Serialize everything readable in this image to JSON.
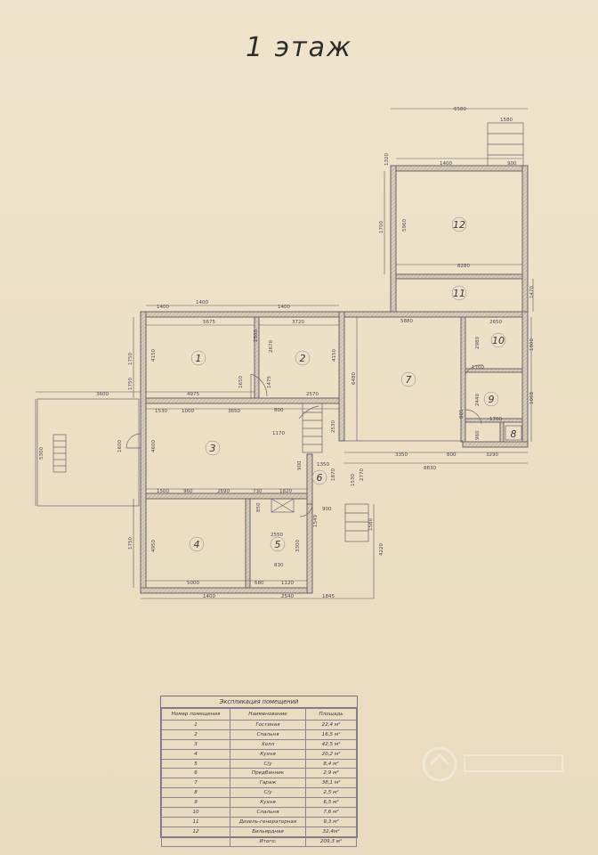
{
  "title": "1 этаж",
  "rooms": [
    {
      "num": "1"
    },
    {
      "num": "2"
    },
    {
      "num": "3"
    },
    {
      "num": "4"
    },
    {
      "num": "5"
    },
    {
      "num": "6"
    },
    {
      "num": "7"
    },
    {
      "num": "8"
    },
    {
      "num": "9"
    },
    {
      "num": "10"
    },
    {
      "num": "11"
    },
    {
      "num": "12"
    }
  ],
  "dimensions": {
    "d1400a": "1400",
    "d1400b": "1400",
    "d1400c": "1400",
    "d1400d": "1400",
    "d5675": "5675",
    "d3720": "3720",
    "d2500": "2500",
    "d2670": "2670",
    "d1750a": "1750",
    "d4150a": "4150",
    "d4150b": "4150",
    "d1650": "1650",
    "d1475": "1475",
    "d3600": "3600",
    "d4975": "4975",
    "d2570": "2570",
    "d800a": "800",
    "d1530": "1530",
    "d1000": "1000",
    "d3650": "3650",
    "d1170": "1170",
    "d2530": "2530",
    "d5300": "5300",
    "d1600": "1600",
    "d4600": "4600",
    "d1500": "1500",
    "d960": "960",
    "d2690": "2690",
    "d730": "730",
    "d1820": "1820",
    "d1350": "1350",
    "d1870": "1870",
    "d1530b": "1530",
    "d900a": "900",
    "d900b": "900",
    "d850": "850",
    "d2550": "2550",
    "d3300": "3300",
    "d1549": "1549",
    "d1750b": "1750",
    "d4950": "4950",
    "d830": "830",
    "d5000": "5000",
    "d680": "680",
    "d1120": "1120",
    "d2540": "2540",
    "d1845": "1845",
    "d1580": "1580",
    "d4220": "4220",
    "d2770": "2770",
    "d5880": "5880",
    "d6480": "6480",
    "d3350": "3350",
    "d800b": "800",
    "d8830": "8830",
    "d3290": "3290",
    "d2650": "2650",
    "d2980": "2980",
    "d1800": "1800",
    "d1700a": "1700",
    "d2440": "2440",
    "d1008": "1008",
    "d1700b": "1700",
    "d805": "805",
    "d960b": "960",
    "d1470": "1470",
    "d6580": "6580",
    "d1580b": "1580",
    "d1320": "1320",
    "d1400e": "1400",
    "d900c": "900",
    "d1700c": "1700",
    "d5960": "5960",
    "d6280": "6280",
    "d1750c": "1750"
  },
  "explication": {
    "title": "Экспликация помещений",
    "headers": [
      "Номер помещения",
      "Наименование",
      "Площадь"
    ],
    "rows": [
      [
        "1",
        "Гостиная",
        "22,4 м²"
      ],
      [
        "2",
        "Спальня",
        "16,5 м²"
      ],
      [
        "3",
        "Холл",
        "42,5 м²"
      ],
      [
        "4",
        "Кухня",
        "20,2 м²"
      ],
      [
        "5",
        "С/у",
        "8,4 м²"
      ],
      [
        "6",
        "Предбанник",
        "2,9 м²"
      ],
      [
        "7",
        "Гараж",
        "38,1 м²"
      ],
      [
        "8",
        "С/у",
        "2,5 м²"
      ],
      [
        "9",
        "Кухня",
        "6,5 м²"
      ],
      [
        "10",
        "Спальня",
        "7,6 м²"
      ],
      [
        "11",
        "Дизель-генераторная",
        "9,3 м²"
      ],
      [
        "12",
        "Бильярдная",
        "32,4м²"
      ],
      [
        "",
        "Итого:",
        "209,3 м²"
      ]
    ]
  }
}
